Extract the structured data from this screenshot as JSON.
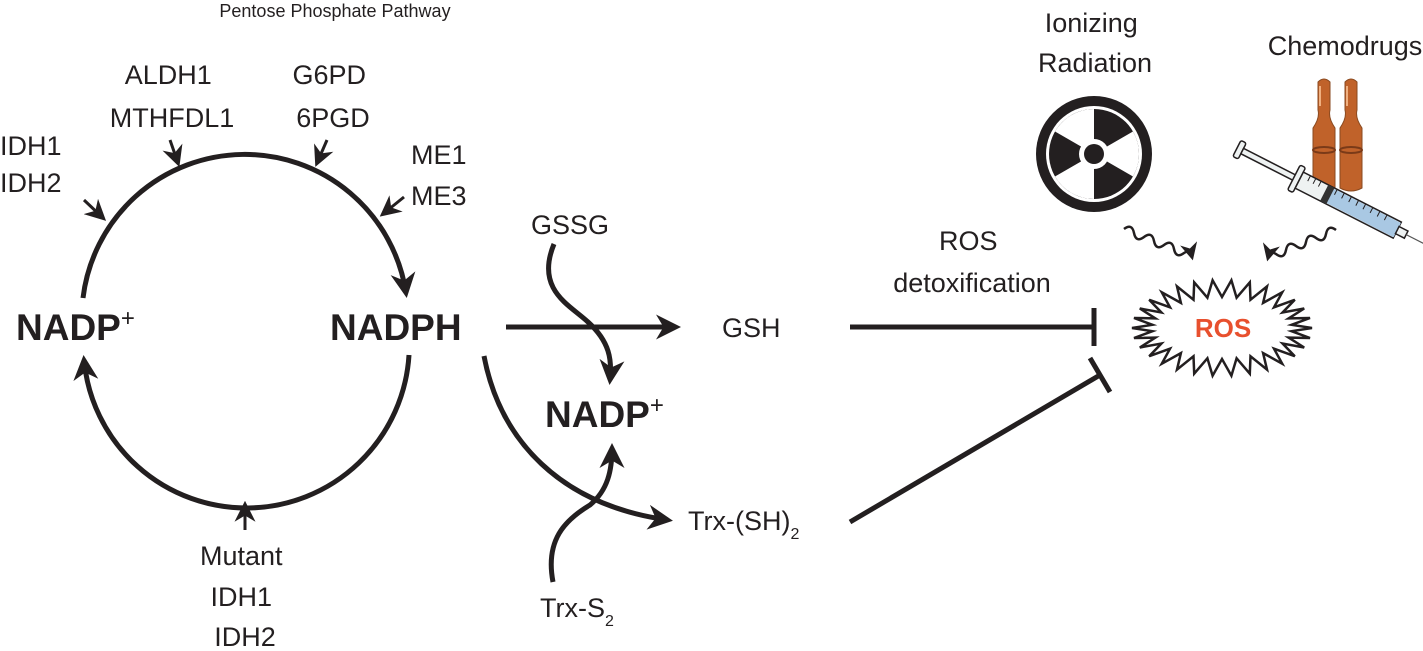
{
  "title": "Pentose Phosphate Pathway",
  "cycle": {
    "left_node": {
      "base": "NADP",
      "superscript": "+"
    },
    "right_node": {
      "base": "NADPH"
    },
    "inputs": [
      {
        "id": "idh",
        "lines": [
          "IDH1",
          "IDH2"
        ]
      },
      {
        "id": "aldh",
        "lines": [
          "ALDH1",
          "MTHFDL1"
        ]
      },
      {
        "id": "g6pd",
        "lines": [
          "G6PD",
          "6PGD"
        ]
      },
      {
        "id": "me",
        "lines": [
          "ME1",
          "ME3"
        ]
      },
      {
        "id": "mutant-idh",
        "lines": [
          "Mutant",
          "IDH1",
          "IDH2"
        ]
      }
    ]
  },
  "reactions": {
    "gssg": "GSSG",
    "gsh": "GSH",
    "nadp_product": {
      "base": "NADP",
      "superscript": "+"
    },
    "trx_s2": {
      "base": "Trx-S",
      "subscript": "2"
    },
    "trx_sh2": {
      "base": "Trx-(SH)",
      "subscript": "2"
    }
  },
  "detox": {
    "lines": [
      "ROS",
      "detoxification"
    ]
  },
  "sources": {
    "radiation": {
      "lines": [
        "Ionizing",
        "Radiation"
      ],
      "icon": "radiation-hazard-icon"
    },
    "chemo": {
      "lines": [
        "Chemodrugs"
      ],
      "icon": "syringe-ampoules-icon"
    }
  },
  "ros": {
    "label": "ROS",
    "color": "#e8502e"
  },
  "colors": {
    "ink": "#231f20",
    "ampoule": "#c0622a",
    "syringe_fluid": "#a9c8e3"
  }
}
